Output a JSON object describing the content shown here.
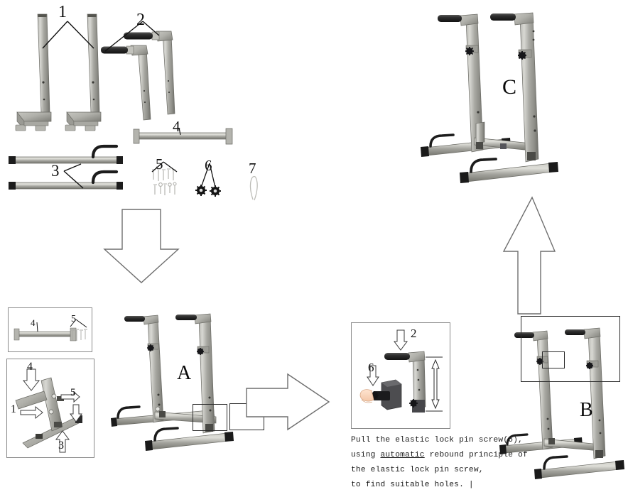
{
  "document": {
    "type": "assembly-instruction-diagram",
    "product": "dip station / power tower",
    "background_color": "#ffffff",
    "line_color": "#555555"
  },
  "parts_list": {
    "title": "",
    "items": [
      {
        "number": "1",
        "name": "upright-post",
        "qty_shown": 2,
        "description": "vertical main posts with foot brackets"
      },
      {
        "number": "2",
        "name": "dip-arm",
        "qty_shown": 2,
        "description": "angled dip bar arms with black foam grips"
      },
      {
        "number": "3",
        "name": "base-rail",
        "qty_shown": 2,
        "description": "base rails with curved foot handles and end caps"
      },
      {
        "number": "4",
        "name": "cross-bar",
        "qty_shown": 1,
        "description": "horizontal connecting cross bar"
      },
      {
        "number": "5",
        "name": "bolt-set",
        "qty_shown": 1,
        "description": "bolts, washers and screws hardware pack"
      },
      {
        "number": "6",
        "name": "lock-pin-knob",
        "qty_shown": 2,
        "description": "elastic lock pin screws"
      },
      {
        "number": "7",
        "name": "wrench-tool",
        "qty_shown": 1,
        "description": "assembly wrench / allen tool"
      }
    ]
  },
  "steps": {
    "stage_a": {
      "letter": "A",
      "name": "base-frame-assembled"
    },
    "stage_b": {
      "letter": "B",
      "name": "height-adjustment-stage"
    },
    "stage_c": {
      "letter": "C",
      "name": "finished-assembly"
    }
  },
  "detail_inset_left": {
    "top_box": {
      "labels": [
        {
          "number": "4",
          "target": "cross-bar"
        },
        {
          "number": "5",
          "target": "bolt-set"
        }
      ]
    },
    "bottom_box": {
      "labels": [
        {
          "number": "4",
          "direction": "down",
          "target": "cross-bar"
        },
        {
          "number": "1",
          "direction": "right",
          "target": "upright-post"
        },
        {
          "number": "5",
          "direction": "right-down",
          "target": "bolt-set"
        },
        {
          "number": "3",
          "direction": "up",
          "target": "base-rail"
        }
      ]
    }
  },
  "detail_inset_right": {
    "labels": [
      {
        "number": "2",
        "direction": "down",
        "target": "dip-arm"
      },
      {
        "number": "6",
        "direction": "down",
        "target": "lock-pin-knob"
      }
    ],
    "adjust_arrow": "double-headed-vertical"
  },
  "caption": {
    "lines": [
      "Pull the elastic lock pin  screw(6),",
      "using automatic rebound principle of",
      "the elastic lock pin screw,",
      "to find suitable holes. |"
    ],
    "line1": "Pull the elastic lock pin  screw(6),",
    "line2_pre": "using ",
    "line2_underlined": "automatic",
    "line2_post": " rebound principle of",
    "line3": "the elastic lock pin screw,",
    "line4": "to find suitable holes. |"
  },
  "flow_arrows": [
    {
      "name": "parts-to-stage-a",
      "direction": "down"
    },
    {
      "name": "stage-a-to-stage-b",
      "direction": "right"
    },
    {
      "name": "stage-b-to-stage-c",
      "direction": "up"
    }
  ]
}
